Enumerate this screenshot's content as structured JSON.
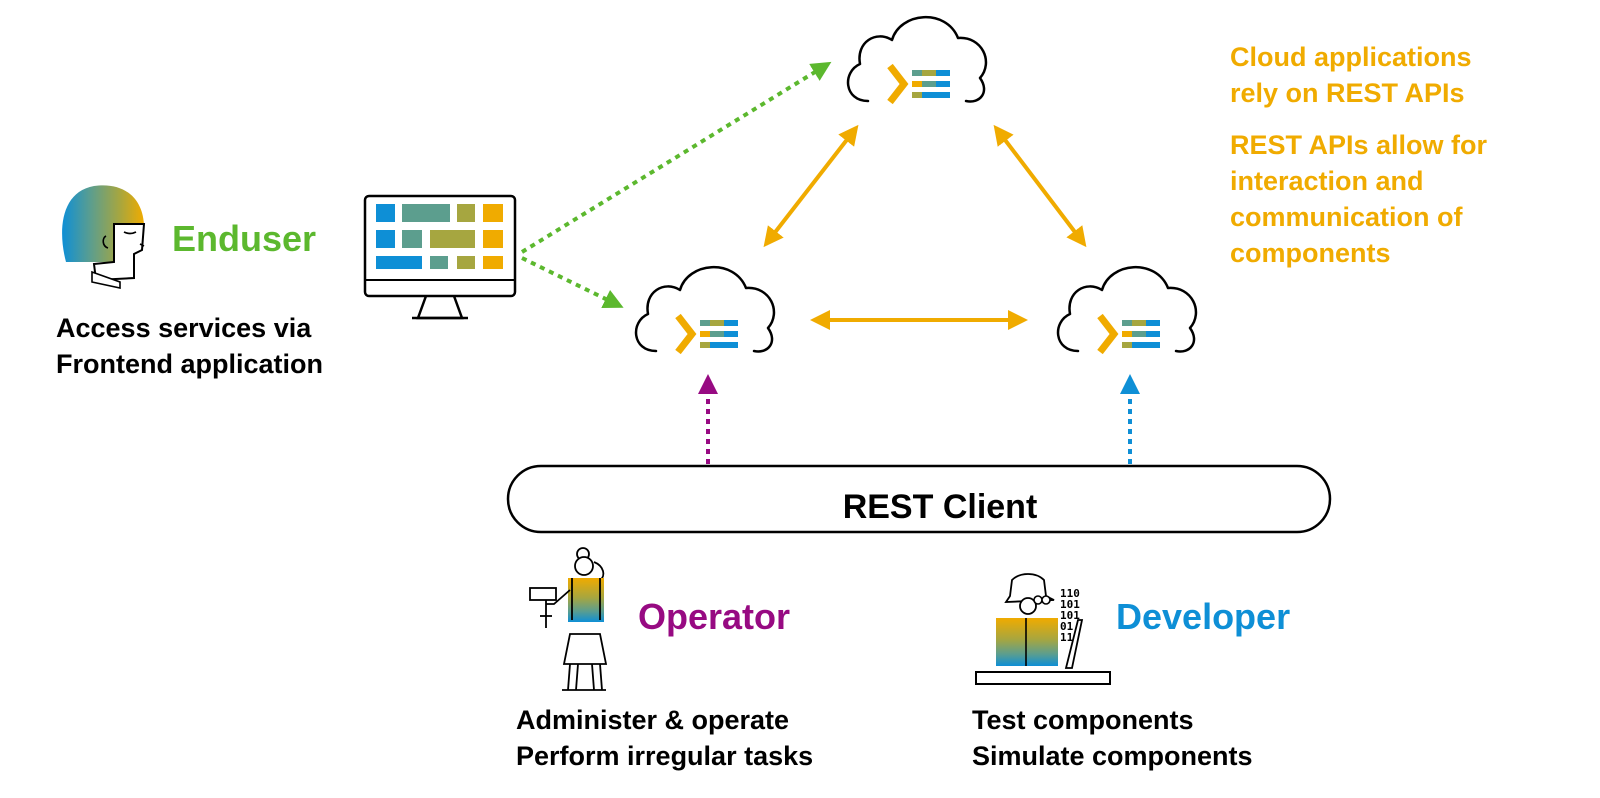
{
  "colors": {
    "enduser": "#5cb82e",
    "operator": "#970a82",
    "developer": "#0e8fd6",
    "cloud_link": "#f0ab00",
    "note": "#f0ab00",
    "text": "#000000"
  },
  "icons": {
    "enduser": "enduser-head-icon",
    "frontend": "monitor-app-icon",
    "cloud": "cloud-service-icon",
    "operator": "operator-person-icon",
    "developer": "developer-person-icon"
  },
  "enduser": {
    "title": "Enduser",
    "desc": [
      "Access services via",
      "Frontend application"
    ]
  },
  "operator": {
    "title": "Operator",
    "desc": [
      "Administer & operate",
      "Perform irregular tasks"
    ]
  },
  "developer": {
    "title": "Developer",
    "desc": [
      "Test components",
      "Simulate components"
    ],
    "binary_lines": [
      "110",
      "101",
      "101",
      "01",
      "11"
    ]
  },
  "rest_client": {
    "label": "REST Client"
  },
  "notes": {
    "note1": [
      "Cloud applications",
      "rely on REST APIs"
    ],
    "note2": [
      "REST APIs allow for",
      "interaction and",
      "communication of",
      "components"
    ]
  }
}
